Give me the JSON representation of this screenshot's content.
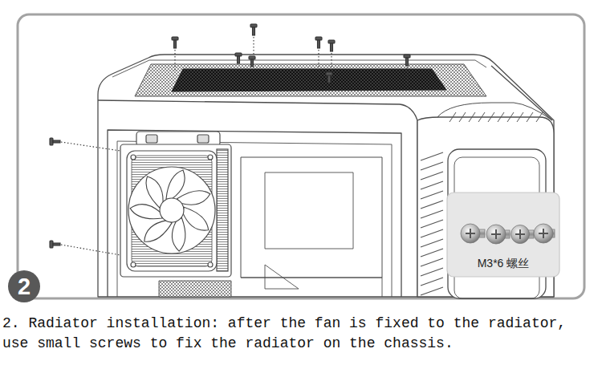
{
  "diagram": {
    "caption": "2. Radiator installation: after the fan is fixed to the radiator, use small screws to fix the radiator on the chassis.",
    "nodes": [
      {
        "text": [
          "M3*6 螺丝"
        ]
      },
      {
        "text": [
          "2"
        ]
      }
    ]
  }
}
